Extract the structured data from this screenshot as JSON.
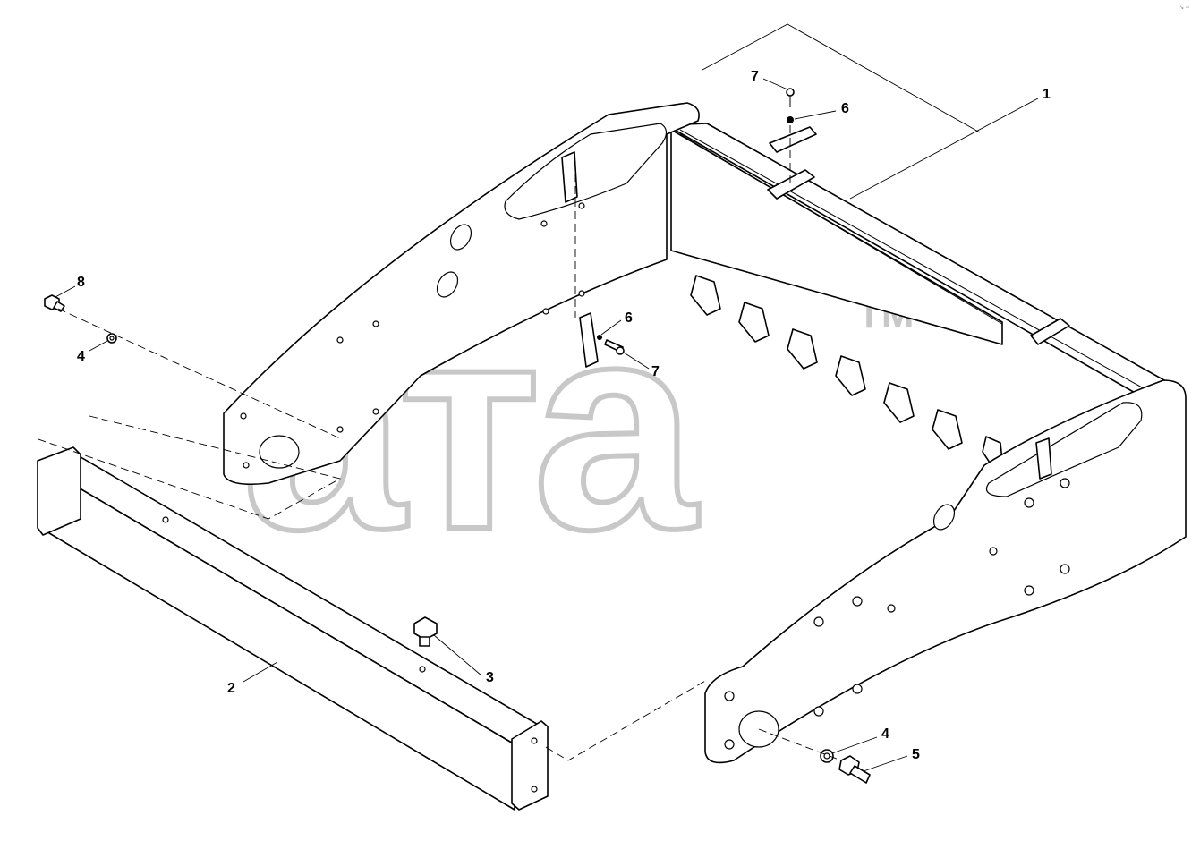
{
  "watermark": {
    "text": "ата",
    "trademark": "TM"
  },
  "corner_mark": "↘ ▫▫",
  "callouts": [
    {
      "id": "c1",
      "label": "1"
    },
    {
      "id": "c2",
      "label": "2"
    },
    {
      "id": "c3",
      "label": "3"
    },
    {
      "id": "c4a",
      "label": "4"
    },
    {
      "id": "c4b",
      "label": "4"
    },
    {
      "id": "c5",
      "label": "5"
    },
    {
      "id": "c6a",
      "label": "6"
    },
    {
      "id": "c6b",
      "label": "6"
    },
    {
      "id": "c7a",
      "label": "7"
    },
    {
      "id": "c7b",
      "label": "7"
    },
    {
      "id": "c8",
      "label": "8"
    }
  ]
}
